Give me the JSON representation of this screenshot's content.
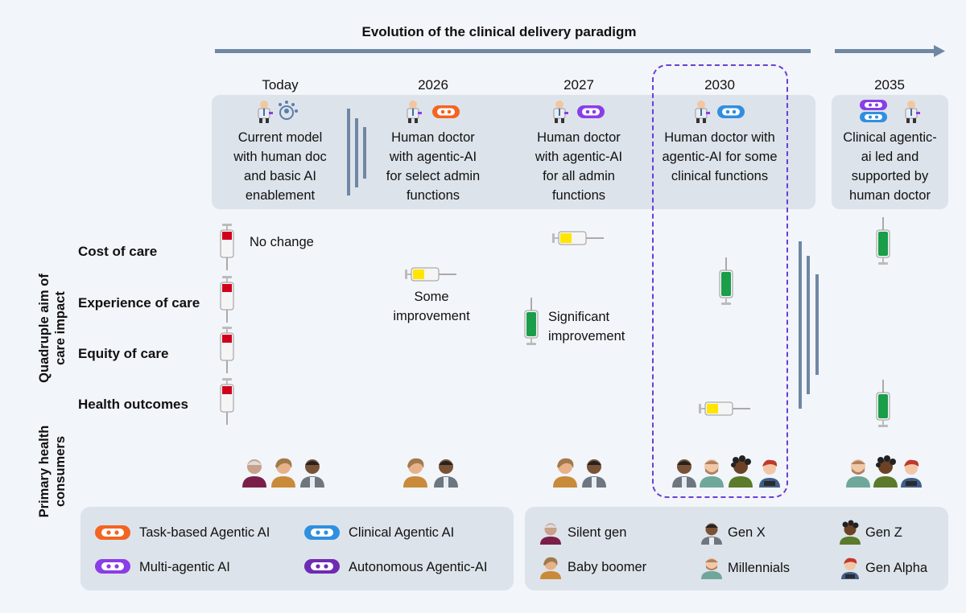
{
  "header": {
    "title": "Evolution of the clinical delivery paradigm"
  },
  "stages": [
    {
      "year": "Today",
      "lines": [
        "Current model",
        "with human doc",
        "and basic AI",
        "enablement"
      ]
    },
    {
      "year": "2026",
      "lines": [
        "Human doctor",
        "with agentic-AI",
        "for select admin",
        "functions"
      ]
    },
    {
      "year": "2027",
      "lines": [
        "Human doctor",
        "with agentic-AI",
        "for all admin",
        "functions"
      ]
    },
    {
      "year": "2030",
      "lines": [
        "Human doctor with",
        "agentic-AI for some",
        "clinical functions"
      ]
    },
    {
      "year": "2035",
      "lines": [
        "Clinical agentic-",
        "ai led and",
        "supported by",
        "human doctor"
      ]
    }
  ],
  "axis_labels": {
    "impact": [
      "Quadruple aim of",
      "care impact"
    ],
    "consumers": [
      "Primary health",
      "consumers"
    ]
  },
  "rows": [
    "Cost of care",
    "Experience of care",
    "Equity of care",
    "Health outcomes"
  ],
  "annotations": {
    "no_change": "No change",
    "some_improvement": [
      "Some",
      "improvement"
    ],
    "significant_improvement": [
      "Significant",
      "improvement"
    ]
  },
  "legend_ai": [
    {
      "label": "Task-based Agentic AI",
      "color": "#f26522"
    },
    {
      "label": "Clinical Agentic AI",
      "color": "#2f8fe0"
    },
    {
      "label": "Multi-agentic AI",
      "color": "#8a3ee6"
    },
    {
      "label": "Autonomous Agentic-AI",
      "color": "#6e2bb3"
    }
  ],
  "legend_gen": [
    {
      "label": "Silent gen",
      "icon": "silent-gen-avatar-icon"
    },
    {
      "label": "Gen X",
      "icon": "gen-x-avatar-icon"
    },
    {
      "label": "Gen Z",
      "icon": "gen-z-avatar-icon"
    },
    {
      "label": "Baby boomer",
      "icon": "baby-boomer-avatar-icon"
    },
    {
      "label": "Millennials",
      "icon": "millennials-avatar-icon"
    },
    {
      "label": "Gen Alpha",
      "icon": "gen-alpha-avatar-icon"
    }
  ],
  "colors": {
    "level_none": "#d0021b",
    "level_some": "#ffe500",
    "level_significant": "#1a9e49",
    "timeline": "#6e87a3",
    "highlight_border": "#6a3fd6"
  }
}
